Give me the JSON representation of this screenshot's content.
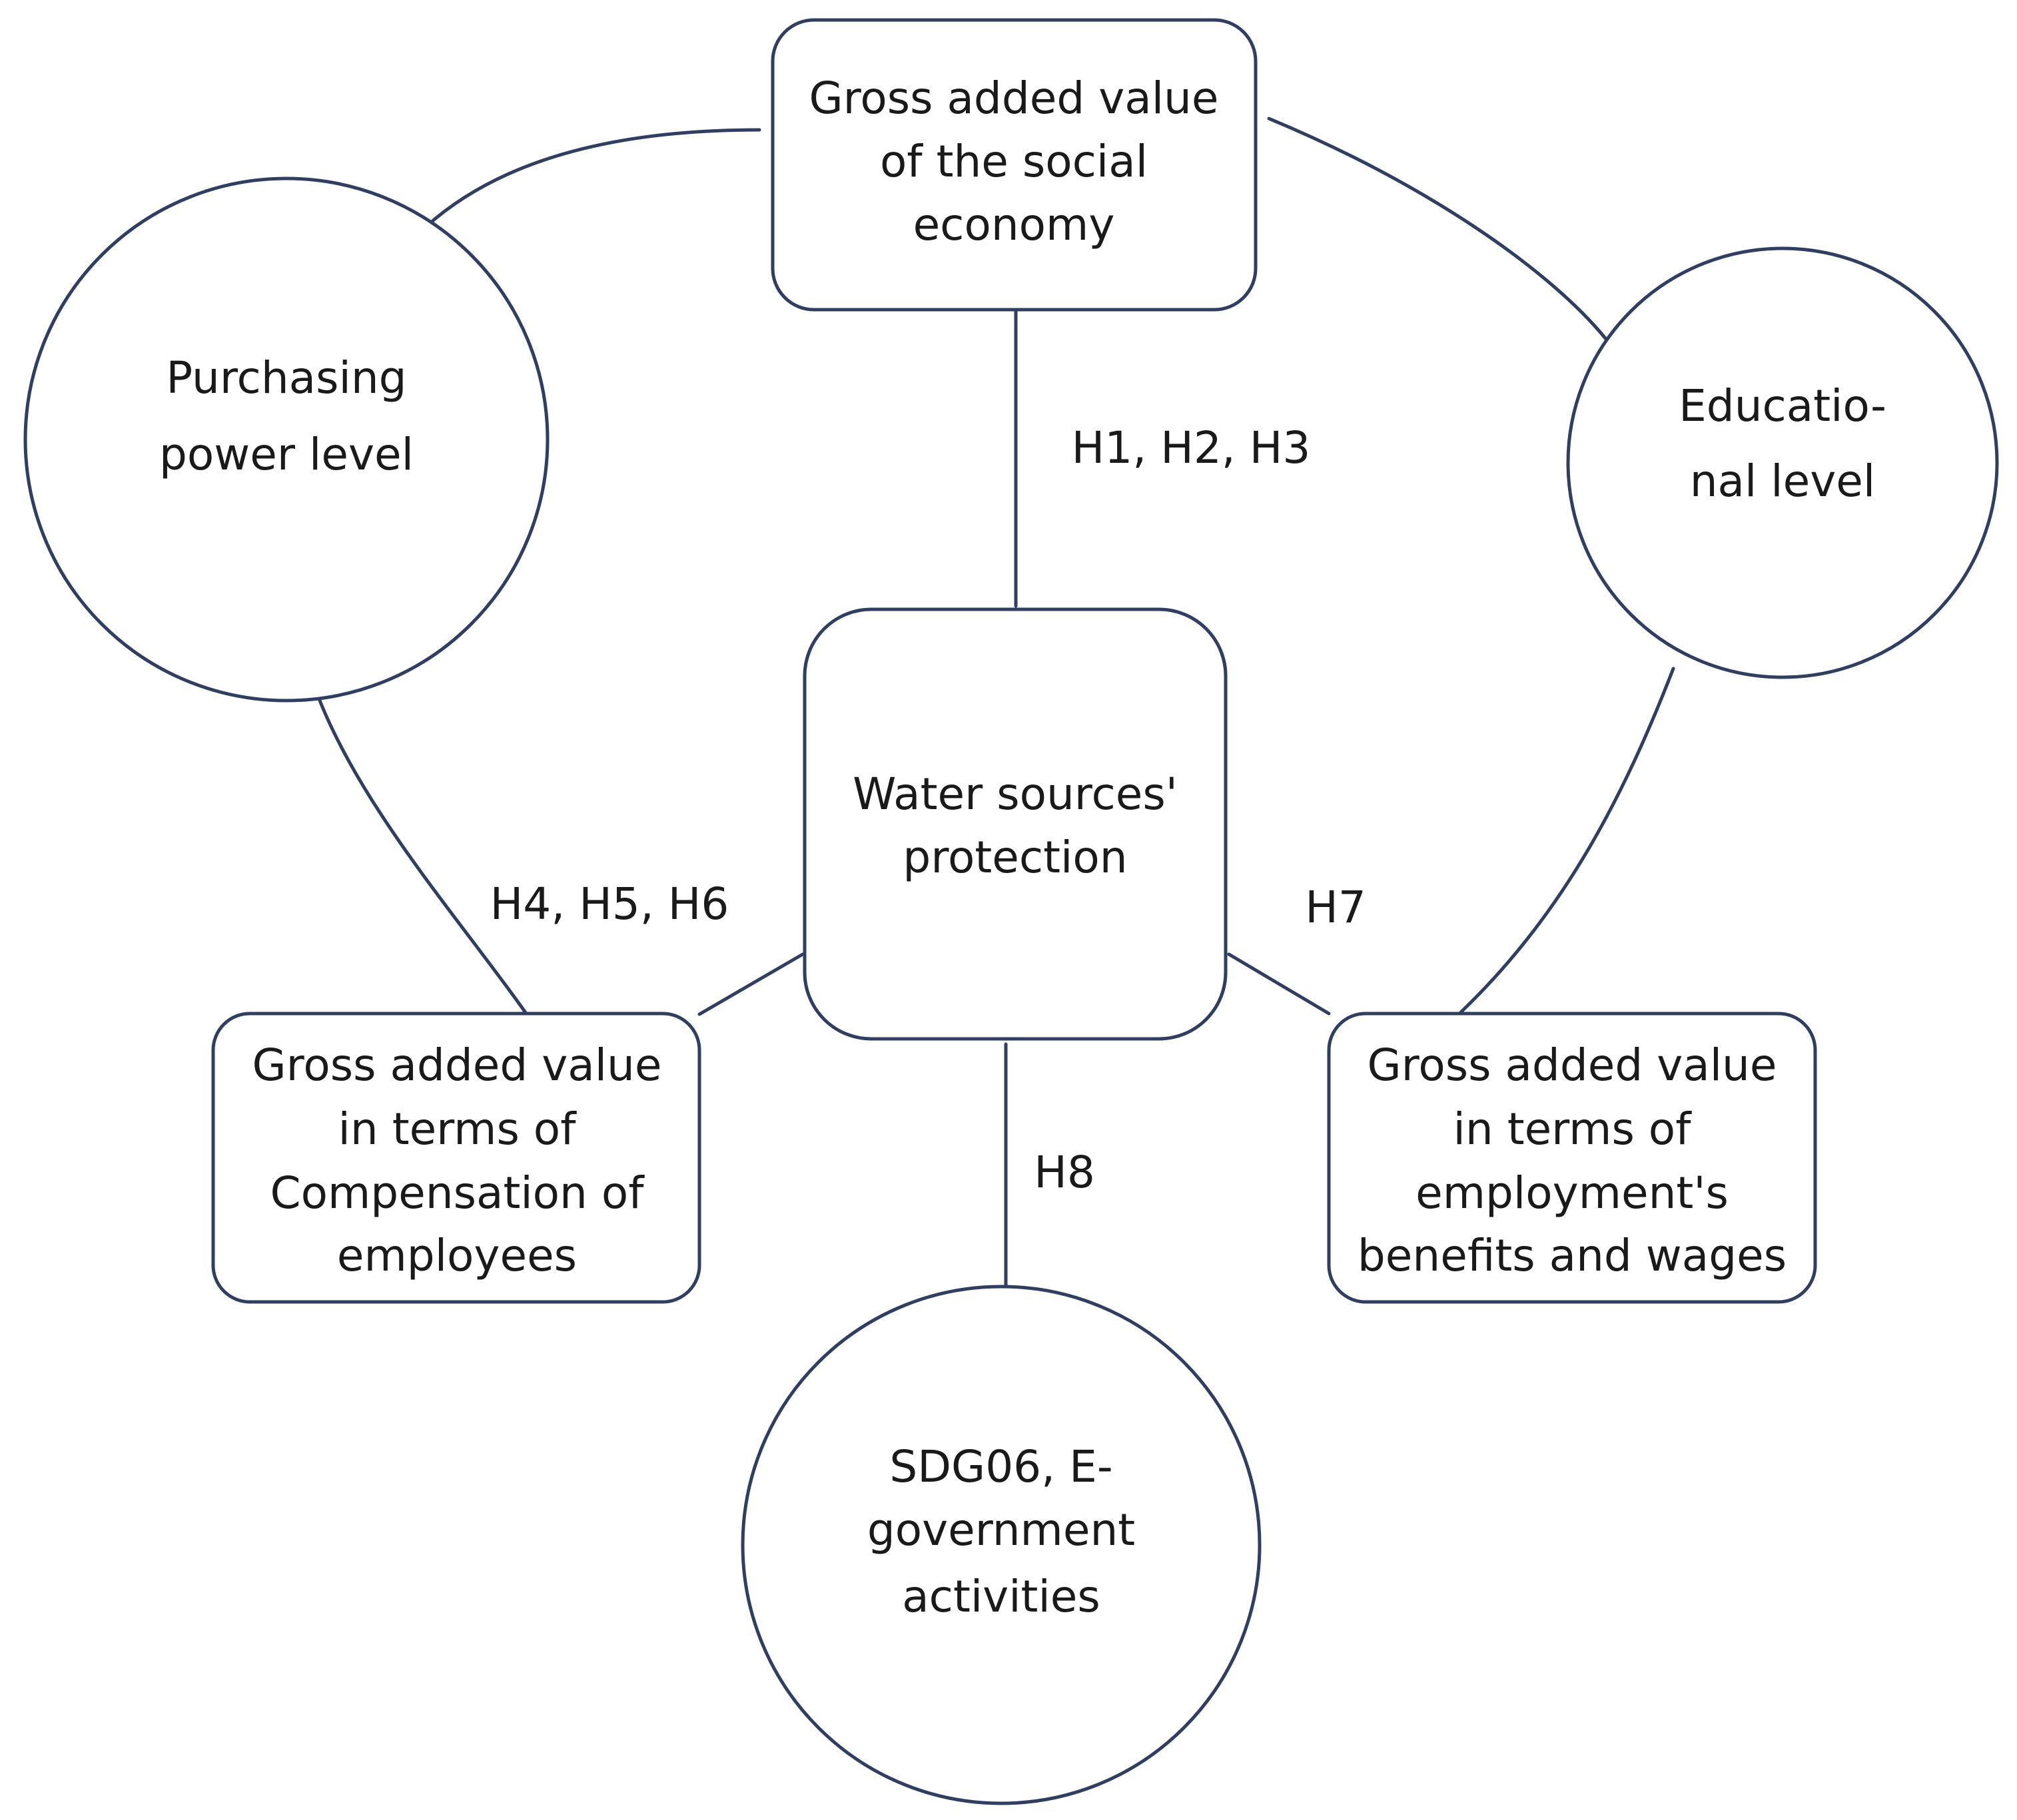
{
  "diagram": {
    "nodes": {
      "social_economy": [
        "Gross added value",
        "of the social",
        "economy"
      ],
      "purchasing_power": [
        "Purchasing",
        "power level"
      ],
      "educational": [
        "Educatio-",
        "nal level"
      ],
      "water_sources": [
        "Water sources'",
        "protection"
      ],
      "compensation": [
        "Gross added value",
        "in terms of",
        "Compensation of",
        "employees"
      ],
      "employment": [
        "Gross added value",
        "in terms of",
        "employment's",
        "benefits and wages"
      ],
      "sdg": [
        "SDG06, E-",
        "government",
        "activities"
      ]
    },
    "edge_labels": {
      "h1_h3": "H1, H2, H3",
      "h4_h6": "H4, H5, H6",
      "h7": "H7",
      "h8": "H8"
    },
    "colors": {
      "stroke": "#2e3f63",
      "text": "#1a1a1a",
      "background": "#ffffff"
    }
  }
}
